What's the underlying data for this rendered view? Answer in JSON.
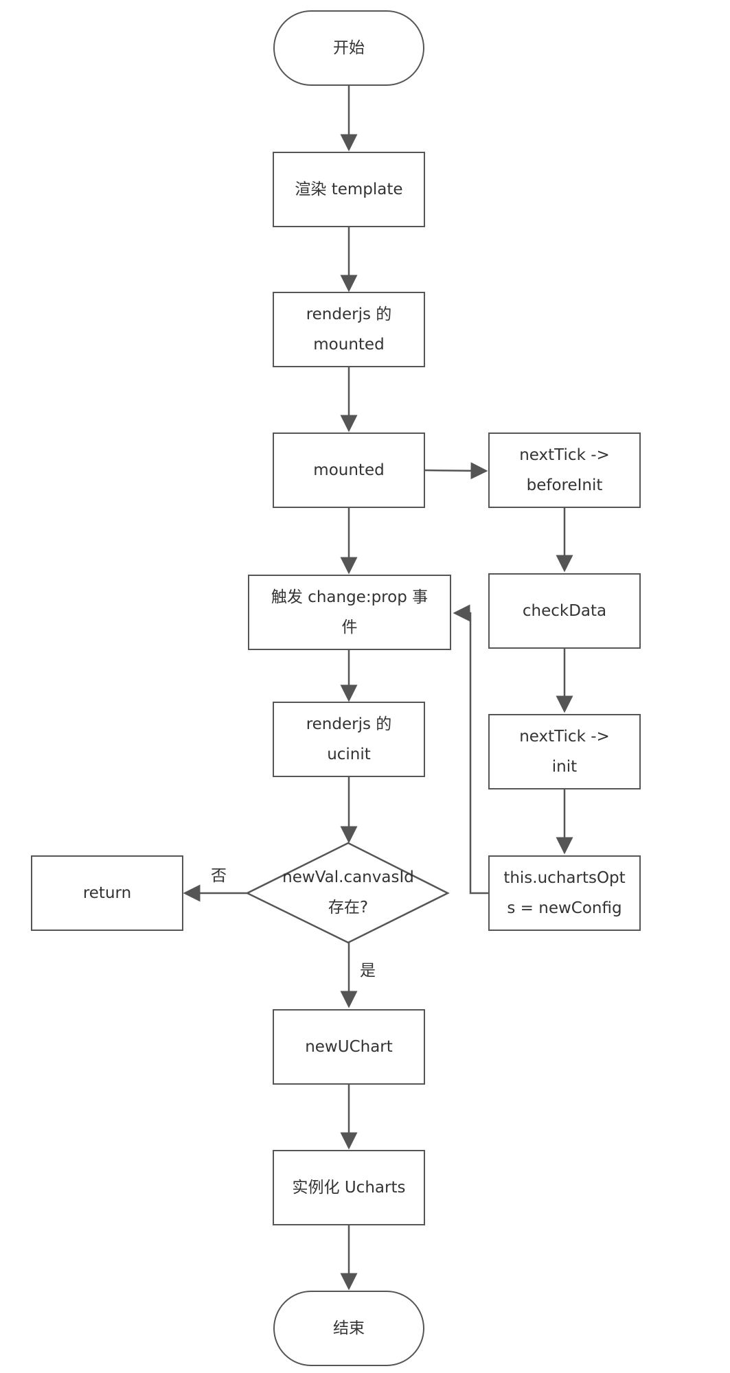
{
  "nodes": {
    "start": "开始",
    "render_template": "渲染 template",
    "renderjs_mounted": [
      "renderjs 的",
      "mounted"
    ],
    "mounted": "mounted",
    "trigger_change": [
      "触发 change:prop 事",
      "件"
    ],
    "renderjs_ucinit": [
      "renderjs 的",
      "ucinit"
    ],
    "decision": [
      "newVal.canvasId",
      "存在?"
    ],
    "return": "return",
    "new_uchart": "newUChart",
    "instantiate": "实例化 Ucharts",
    "end": "结束",
    "nexttick_beforeinit": [
      "nextTick ->",
      "beforeInit"
    ],
    "checkdata": "checkData",
    "nexttick_init": [
      "nextTick ->",
      "init"
    ],
    "set_opts": [
      "this.uchartsOpt",
      "s = newConfig"
    ]
  },
  "edge_labels": {
    "no": "否",
    "yes": "是"
  },
  "colors": {
    "stroke": "#555555",
    "text": "#333333",
    "background": "#ffffff"
  }
}
